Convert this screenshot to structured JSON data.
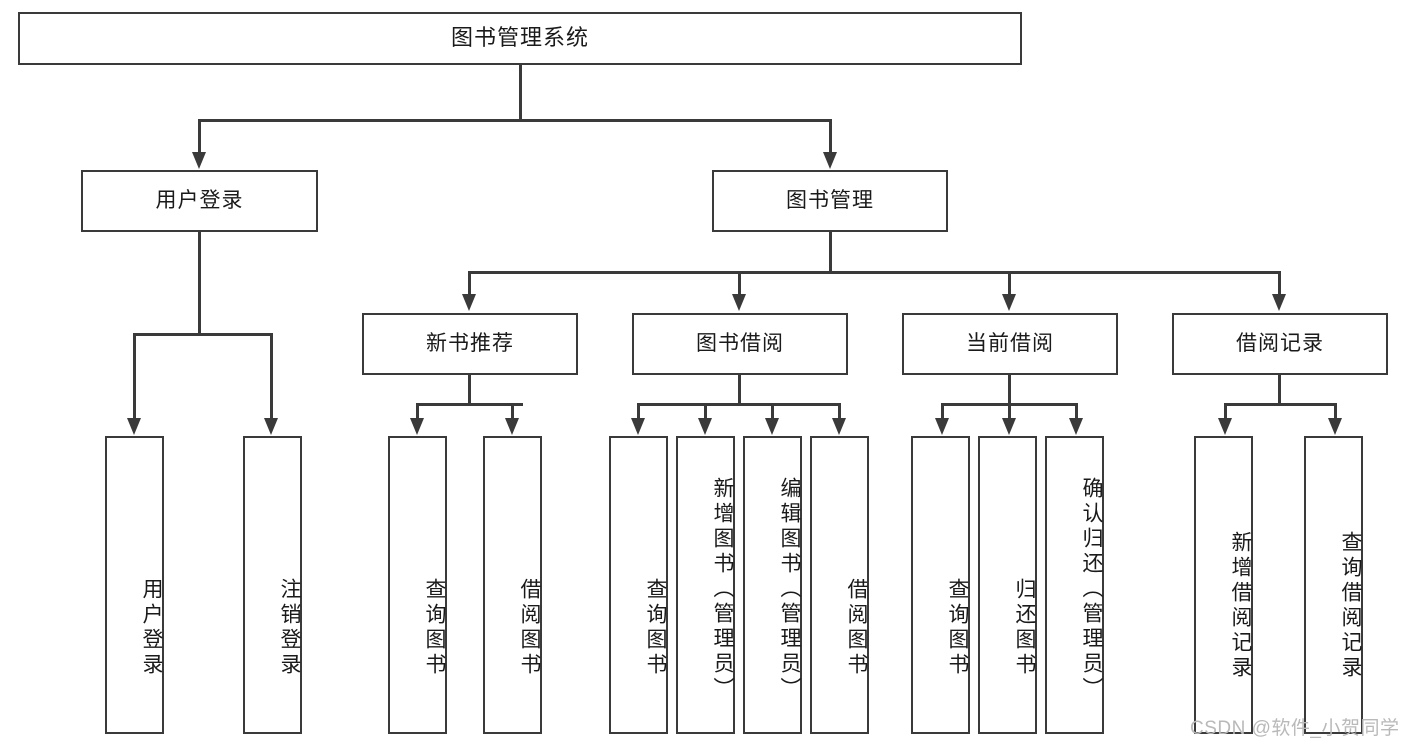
{
  "diagram": {
    "title": "图书管理系统",
    "type": "功能结构图",
    "watermark": "CSDN @软件_小贺同学",
    "colors": {
      "stroke": "#3a3a3a",
      "fill": "#ffffff",
      "text": "#1a1a1a",
      "watermark": "#b9b9b9"
    }
  },
  "root": {
    "label": "图书管理系统"
  },
  "level1": [
    {
      "label": "用户登录"
    },
    {
      "label": "图书管理"
    }
  ],
  "level2": [
    {
      "label": "新书推荐"
    },
    {
      "label": "图书借阅"
    },
    {
      "label": "当前借阅"
    },
    {
      "label": "借阅记录"
    }
  ],
  "leaves": {
    "user_login": [
      {
        "label": "用户登录"
      },
      {
        "label": "注销登录"
      }
    ],
    "new_book": [
      {
        "label": "查询图书"
      },
      {
        "label": "借阅图书"
      }
    ],
    "book_borrow": [
      {
        "label": "查询图书"
      },
      {
        "label": "新增图书（管理员）"
      },
      {
        "label": "编辑图书（管理员）"
      },
      {
        "label": "借阅图书"
      }
    ],
    "current_borrow": [
      {
        "label": "查询图书"
      },
      {
        "label": "归还图书"
      },
      {
        "label": "确认归还（管理员）"
      }
    ],
    "borrow_record": [
      {
        "label": "新增借阅记录"
      },
      {
        "label": "查询借阅记录"
      }
    ]
  }
}
